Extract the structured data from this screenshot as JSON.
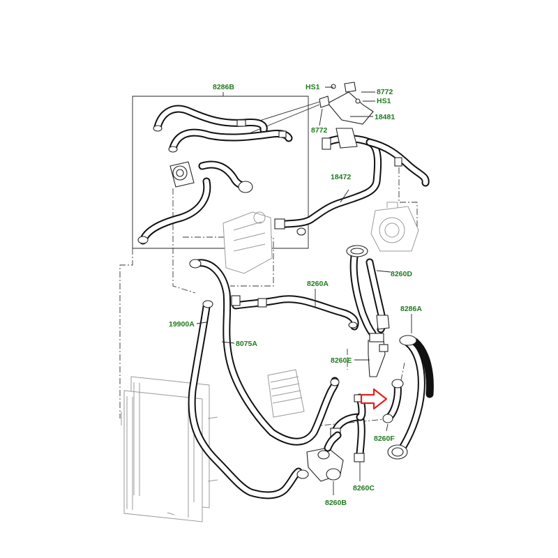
{
  "labels": {
    "l8286B": "8286B",
    "lHS1a": "HS1",
    "l8772a": "8772",
    "lHS1b": "HS1",
    "l18481": "18481",
    "l8772b": "8772",
    "l18472": "18472",
    "l8260D": "8260D",
    "l8260A": "8260A",
    "l8286A": "8286A",
    "l19900A": "19900A",
    "l8075A": "8075A",
    "l8260E": "8260E",
    "l8260F": "8260F",
    "l8260C": "8260C",
    "l8260B": "8260B"
  },
  "colors": {
    "label": "#1e7a1e",
    "highlight_arrow": "#e02020",
    "line": "#111111"
  }
}
